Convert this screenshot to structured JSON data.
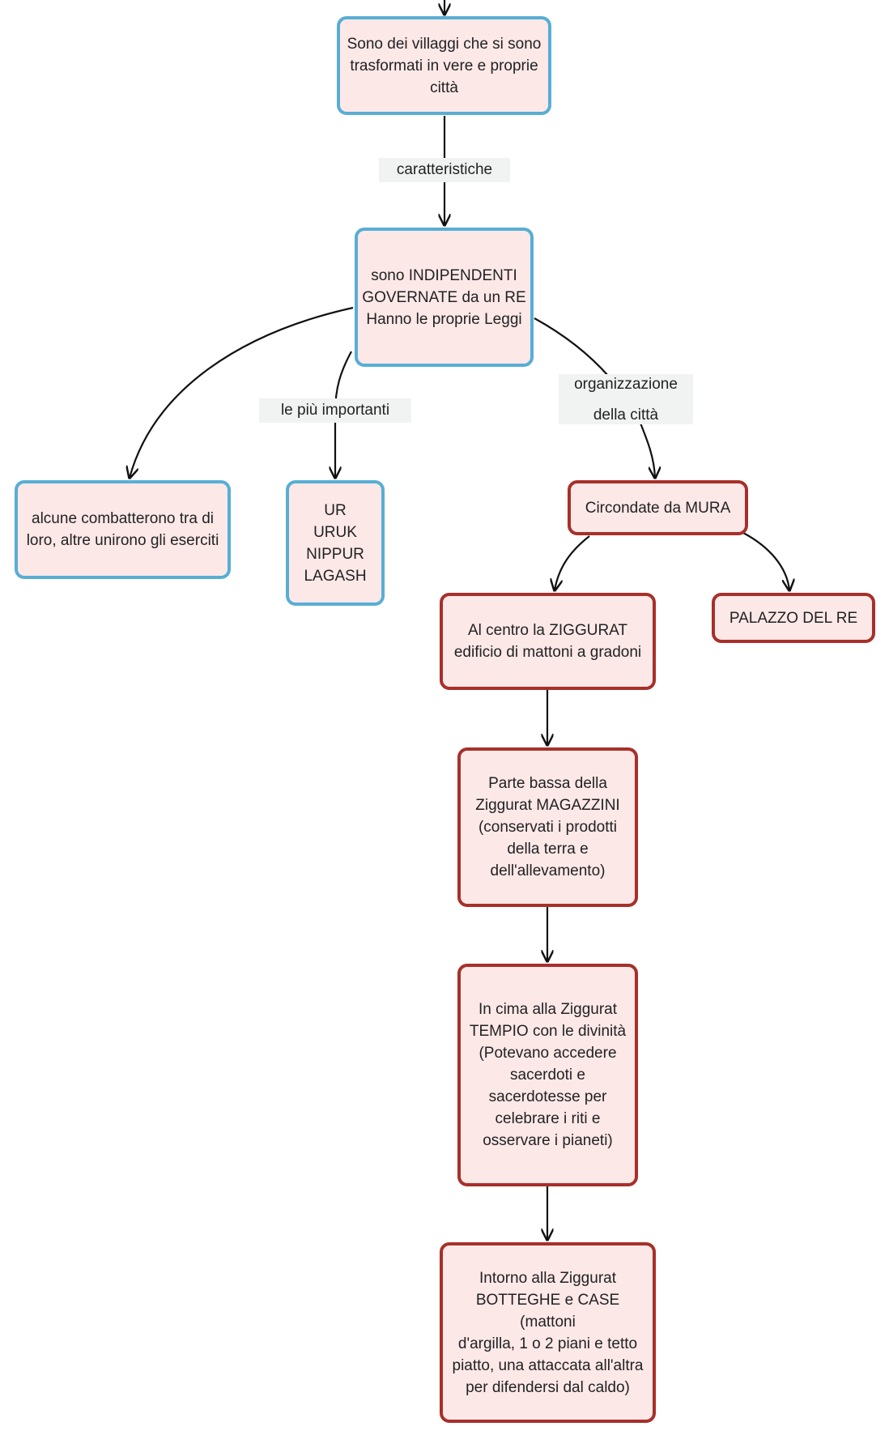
{
  "colors": {
    "blue_border": "#58aed4",
    "red_border": "#a7302a",
    "node_fill": "#fde8e8",
    "label_fill": "#f1f3f3",
    "edge": "#111111"
  },
  "nodes": {
    "villaggi": "Sono dei villaggi che si sono\ntrasformati in vere e proprie\ncittà",
    "indipendenti": "sono INDIPENDENTI\nGOVERNATE da un RE\nHanno le proprie Leggi",
    "combatterono": "alcune combatterono tra di\nloro, altre unirono gli eserciti",
    "citta_importanti": "UR\nURUK\nNIPPUR\nLAGASH",
    "mura": "Circondate da MURA",
    "ziggurat": "Al centro la ZIGGURAT\nedificio di mattoni a gradoni",
    "palazzo": "PALAZZO DEL RE",
    "magazzini": "Parte bassa della\nZiggurat MAGAZZINI\n(conservati i prodotti\ndella terra e\ndell'allevamento)",
    "tempio": "In cima alla Ziggurat\nTEMPIO con le divinità\n(Potevano accedere\nsacerdoti e\nsacerdotesse per\ncelebrare i riti e\nosservare i pianeti)",
    "botteghe": "Intorno alla Ziggurat\nBOTTEGHE e CASE (mattoni\nd'argilla, 1 o 2 piani e tetto\npiatto, una attaccata all'altra\nper difendersi dal caldo)"
  },
  "labels": {
    "caratteristiche": "caratteristiche",
    "piu_importanti": "le più importanti",
    "organizzazione": "organizzazione\n\ndella città"
  }
}
